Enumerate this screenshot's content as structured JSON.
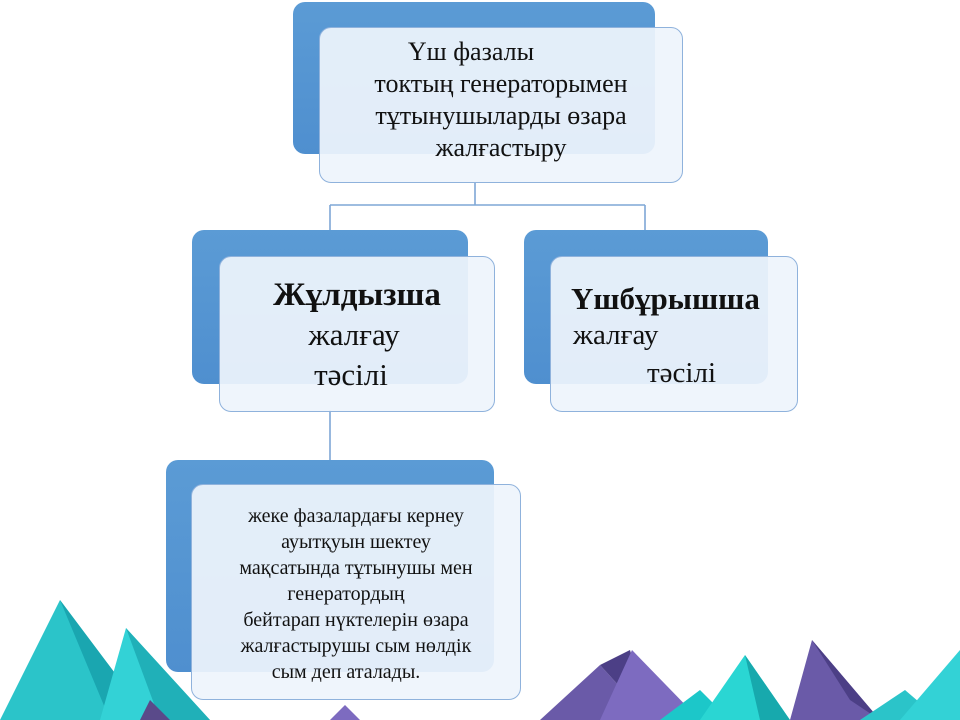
{
  "root": {
    "lines": [
      "Үш фазалы",
      "токтың генераторымен",
      "тұтынушыларды өзара",
      "жалғастыру"
    ]
  },
  "star": {
    "title": "Жұлдызша",
    "lines": [
      "жалғау",
      "тәсілі"
    ]
  },
  "triangle": {
    "title": "Үшбұрышша",
    "lines": [
      "жалғау",
      "тәсілі"
    ]
  },
  "neutral": {
    "lines": [
      "жеке фазалардағы кернеу",
      "ауытқуын шектеу",
      "мақсатында тұтынушы мен",
      "генератордың",
      "бейтарап нүктелерін өзара",
      "жалғастырушы сым нөлдік",
      "сым деп аталады."
    ]
  },
  "colors": {
    "accent_box": "#5b9bd5",
    "front_box": "#eef4fc",
    "border": "#8fb2dc",
    "connector": "#7fa7d6"
  }
}
